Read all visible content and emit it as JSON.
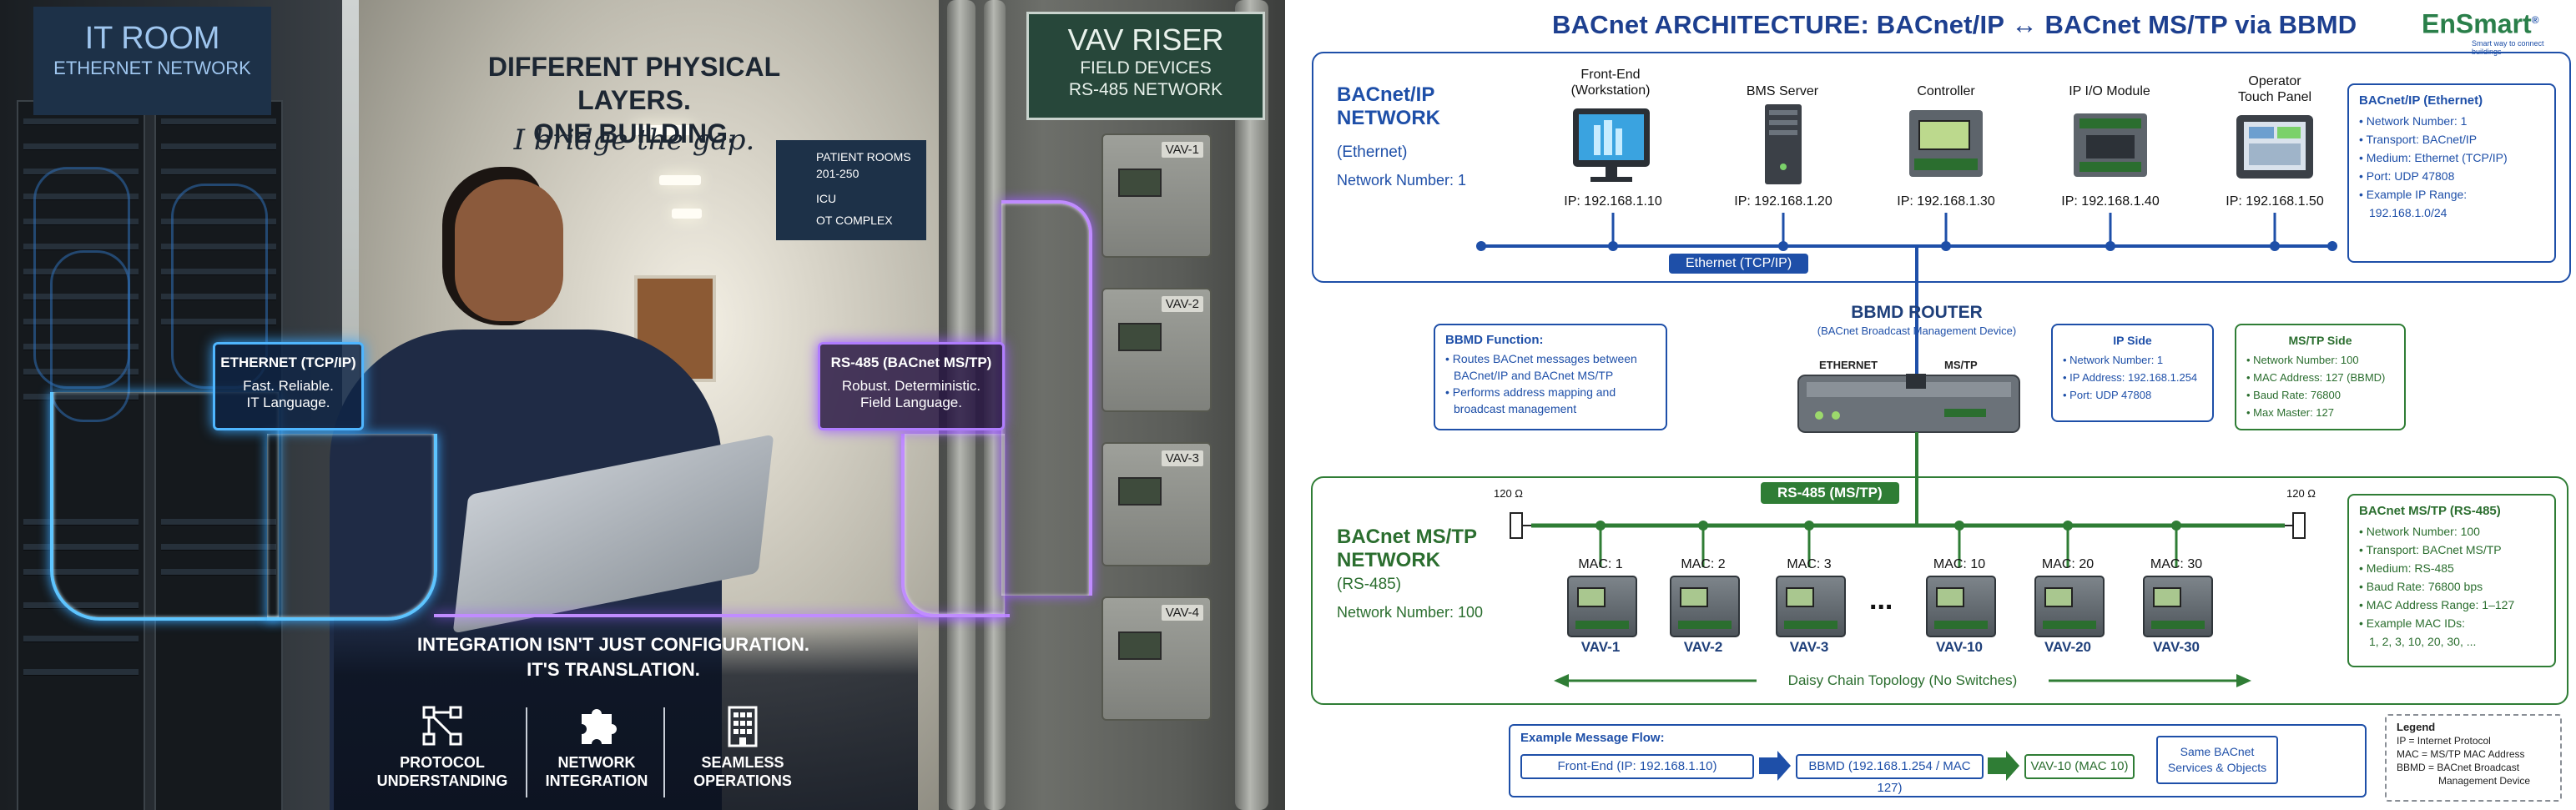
{
  "photo": {
    "it_room_sign": {
      "line1": "IT ROOM",
      "line2": "ETHERNET NETWORK"
    },
    "headline": {
      "line1": "DIFFERENT PHYSICAL LAYERS.",
      "line2": "ONE BUILDING."
    },
    "tagline": "I bridge the gap.",
    "corridor_sign": {
      "line1": "PATIENT ROOMS",
      "line2": "201-250",
      "line3": "ICU",
      "line4": "OT COMPLEX"
    },
    "vav_riser_sign": {
      "line1": "VAV RISER",
      "line2": "FIELD DEVICES",
      "line3": "RS-485 NETWORK"
    },
    "vav_units": [
      "VAV-1",
      "VAV-2",
      "VAV-3",
      "VAV-4"
    ],
    "ethernet_callout": {
      "title": "ETHERNET (TCP/IP)",
      "line1": "Fast. Reliable.",
      "line2": "IT Language."
    },
    "rs485_callout": {
      "title": "RS-485 (BACnet MS/TP)",
      "line1": "Robust. Deterministic.",
      "line2": "Field Language."
    },
    "integration_text": {
      "line1": "INTEGRATION ISN'T JUST CONFIGURATION.",
      "line2": "IT'S TRANSLATION."
    },
    "bottom_icons": [
      {
        "icon": "protocol-icon",
        "line1": "PROTOCOL",
        "line2": "UNDERSTANDING"
      },
      {
        "icon": "puzzle-icon",
        "line1": "NETWORK",
        "line2": "INTEGRATION"
      },
      {
        "icon": "building-icon",
        "line1": "SEAMLESS",
        "line2": "OPERATIONS"
      }
    ]
  },
  "diagram": {
    "title": "BACnet ARCHITECTURE: BACnet/IP ↔ BACnet MS/TP via BBMD",
    "logo": {
      "name": "EnSmart",
      "tagline": "Smart way to connect buildings",
      "mark": "®"
    },
    "ip_network": {
      "title_line1": "BACnet/IP",
      "title_line2": "NETWORK",
      "subtitle": "(Ethernet)",
      "network_number": "Network Number: 1",
      "bus_label": "Ethernet (TCP/IP)",
      "devices": [
        {
          "name_line1": "Front-End",
          "name_line2": "(Workstation)",
          "ip": "IP: 192.168.1.10",
          "icon": "workstation-icon"
        },
        {
          "name_line1": "BMS Server",
          "name_line2": "",
          "ip": "IP: 192.168.1.20",
          "icon": "server-icon"
        },
        {
          "name_line1": "Controller",
          "name_line2": "",
          "ip": "IP: 192.168.1.30",
          "icon": "controller-icon"
        },
        {
          "name_line1": "IP I/O Module",
          "name_line2": "",
          "ip": "IP: 192.168.1.40",
          "icon": "io-module-icon"
        },
        {
          "name_line1": "Operator",
          "name_line2": "Touch Panel",
          "ip": "IP: 192.168.1.50",
          "icon": "touch-panel-icon"
        }
      ],
      "info": {
        "title": "BACnet/IP (Ethernet)",
        "items": [
          "Network Number: 1",
          "Transport: BACnet/IP",
          "Medium: Ethernet (TCP/IP)",
          "Port: UDP 47808",
          "Example IP Range:",
          "192.168.1.0/24"
        ]
      }
    },
    "bbmd": {
      "title": "BBMD ROUTER",
      "subtitle": "(BACnet Broadcast Management Device)",
      "port_ethernet": "ETHERNET",
      "port_mstp": "MS/TP",
      "function_box": {
        "title": "BBMD Function:",
        "items": [
          "Routes BACnet messages between",
          "BACnet/IP and BACnet MS/TP",
          "Performs address mapping and",
          "broadcast management"
        ]
      },
      "ip_side": {
        "title": "IP Side",
        "items": [
          "Network Number: 1",
          "IP Address: 192.168.1.254",
          "Port: UDP 47808"
        ]
      },
      "mstp_side": {
        "title": "MS/TP Side",
        "items": [
          "Network Number: 100",
          "MAC Address: 127 (BBMD)",
          "Baud Rate: 76800",
          "Max Master: 127"
        ]
      }
    },
    "mstp_network": {
      "title_line1": "BACnet MS/TP",
      "title_line2": "NETWORK",
      "subtitle": "(RS-485)",
      "network_number": "Network Number: 100",
      "bus_label": "RS-485 (MS/TP)",
      "terminator_left": "120 Ω",
      "terminator_right": "120 Ω",
      "ellipsis": "...",
      "devices": [
        {
          "mac": "MAC: 1",
          "name": "VAV-1"
        },
        {
          "mac": "MAC: 2",
          "name": "VAV-2"
        },
        {
          "mac": "MAC: 3",
          "name": "VAV-3"
        },
        {
          "mac": "MAC: 10",
          "name": "VAV-10"
        },
        {
          "mac": "MAC: 20",
          "name": "VAV-20"
        },
        {
          "mac": "MAC: 30",
          "name": "VAV-30"
        }
      ],
      "topology_label": "Daisy Chain Topology (No Switches)",
      "info": {
        "title": "BACnet MS/TP (RS-485)",
        "items": [
          "Network Number: 100",
          "Transport: BACnet MS/TP",
          "Medium: RS-485",
          "Baud Rate: 76800 bps",
          "MAC Address Range: 1–127",
          "Example MAC IDs:",
          "1, 2, 3, 10, 20, 30, ..."
        ]
      }
    },
    "message_flow": {
      "title": "Example Message Flow:",
      "step1": "Front-End (IP: 192.168.1.10)",
      "step2": "BBMD (192.168.1.254 / MAC 127)",
      "step3": "VAV-10 (MAC 10)",
      "note_line1": "Same BACnet",
      "note_line2": "Services & Objects"
    },
    "legend": {
      "title": "Legend",
      "items": [
        "IP = Internet Protocol",
        "MAC = MS/TP MAC Address",
        "BBMD = BACnet Broadcast",
        "Management Device"
      ]
    },
    "colors": {
      "ip_blue": "#1e4fa8",
      "mstp_green": "#2f7d35"
    }
  }
}
